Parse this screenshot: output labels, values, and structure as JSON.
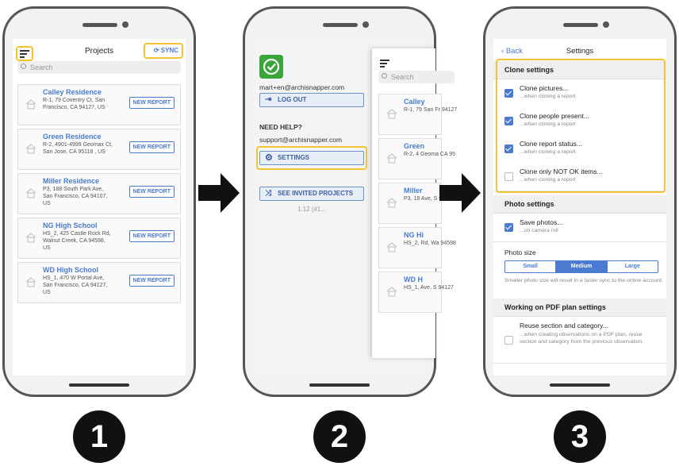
{
  "phone1": {
    "title": "Projects",
    "sync_label": "SYNC",
    "search_placeholder": "Search",
    "new_report_label": "NEW REPORT",
    "projects": [
      {
        "name": "Calley Residence",
        "address": "R-1, 79 Coventry Ct, San Francisco, CA 94127, US"
      },
      {
        "name": "Green Residence",
        "address": "R-2, 4901-4999 Geomax Ct, San Jose, CA 95118 , US"
      },
      {
        "name": "Miller Residence",
        "address": "P3, 188 South Park Ave, San Francisco, CA 94107, US"
      },
      {
        "name": "NG High School",
        "address": "HS_2, 425 Castle Rock Rd, Walnut Creek, CA 94598, US"
      },
      {
        "name": "WD High School",
        "address": "HS_1, 470 W Portal Ave, San Francisco, CA 94127, US"
      }
    ]
  },
  "phone2": {
    "email": "mart+en@archisnapper.com",
    "logout_label": "LOG OUT",
    "need_help": "NEED HELP?",
    "support_email": "support@archisnapper.com",
    "settings_label": "SETTINGS",
    "invited_label": "SEE INVITED PROJECTS",
    "version": "1.12 (#1...",
    "overlay_search": "Search",
    "overlay_projects": [
      {
        "name": "Calley",
        "address": "R-1, 79 San Fr 94127"
      },
      {
        "name": "Green",
        "address": "R-2, 4 Geoma CA 95"
      },
      {
        "name": "Miller",
        "address": "P3, 18 Ave, S 94107"
      },
      {
        "name": "NG Hi",
        "address": "HS_2, Rd, Wa 94598"
      },
      {
        "name": "WD H",
        "address": "HS_1, Ave, S 94127"
      }
    ]
  },
  "phone3": {
    "back_label": "Back",
    "title": "Settings",
    "clone_section": "Clone settings",
    "clone_items": [
      {
        "title": "Clone pictures...",
        "subtitle": "...when cloning a report",
        "checked": true
      },
      {
        "title": "Clone people present...",
        "subtitle": "...when cloning a report",
        "checked": true
      },
      {
        "title": "Clone report status...",
        "subtitle": "...when cloning a report",
        "checked": true
      },
      {
        "title": "Clone only NOT OK items...",
        "subtitle": "...when cloning a report",
        "checked": false
      }
    ],
    "photo_section": "Photo settings",
    "save_photos": {
      "title": "Save photos...",
      "subtitle": "...on camera roll",
      "checked": true
    },
    "photo_size_label": "Photo size",
    "photo_sizes": [
      "Small",
      "Medium",
      "Large"
    ],
    "photo_size_selected": "Medium",
    "photo_size_note": "Smaller photo size will result in a faster sync to the online account.",
    "pdf_section": "Working on PDF plan settings",
    "reuse": {
      "title": "Reuse section and category...",
      "subtitle": "...when creating observations on a PDF plan, reuse section and category from the previous observation.",
      "checked": false
    }
  },
  "steps": [
    "1",
    "2",
    "3"
  ],
  "colors": {
    "accent": "#4a7bd0",
    "highlight": "#f4c430",
    "logo_green": "#3aa63a"
  }
}
